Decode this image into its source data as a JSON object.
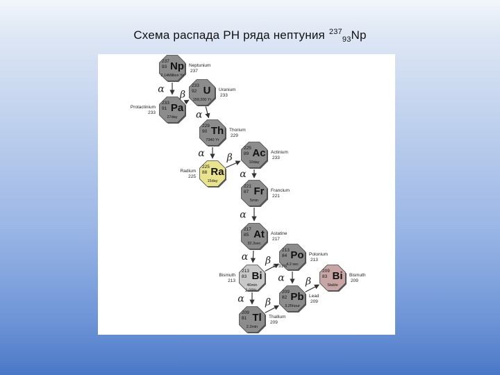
{
  "title": {
    "main": "Схема распада РН ряда нептуния",
    "mass": "237",
    "charge": "93",
    "symbol": "Np"
  },
  "colors": {
    "octagon_fill": "#8c8c8c",
    "octagon_dark": "#595959",
    "highlight_fill": "#e9e38f",
    "stable_fill": "#c9a6a6",
    "arrow": "#333333"
  },
  "nuclides": [
    {
      "id": "np",
      "sym": "Np",
      "mass": "237",
      "z": "93",
      "half": "2.14Million Yr",
      "name": "Neptunium",
      "nmass": "237",
      "style": "normal"
    },
    {
      "id": "u",
      "sym": "U",
      "mass": "233",
      "z": "92",
      "half": "159,200 Yr",
      "name": "Uranium",
      "nmass": "233",
      "style": "normal"
    },
    {
      "id": "pa",
      "sym": "Pa",
      "mass": "233",
      "z": "91",
      "half": "27day",
      "name": "Protactinium",
      "nmass": "233",
      "style": "normal"
    },
    {
      "id": "th",
      "sym": "Th",
      "mass": "229",
      "z": "90",
      "half": "7340 Yr",
      "name": "Thorium",
      "nmass": "229",
      "style": "normal"
    },
    {
      "id": "ac",
      "sym": "Ac",
      "mass": "225",
      "z": "89",
      "half": "10day",
      "name": "Actinium",
      "nmass": "233",
      "style": "normal"
    },
    {
      "id": "ra",
      "sym": "Ra",
      "mass": "225",
      "z": "88",
      "half": "15day",
      "name": "Radium",
      "nmass": "225",
      "style": "highlight"
    },
    {
      "id": "fr",
      "sym": "Fr",
      "mass": "221",
      "z": "87",
      "half": "5min",
      "name": "Francium",
      "nmass": "221",
      "style": "normal"
    },
    {
      "id": "at",
      "sym": "At",
      "mass": "217",
      "z": "85",
      "half": "32.3sec",
      "name": "Astatine",
      "nmass": "217",
      "style": "normal"
    },
    {
      "id": "po",
      "sym": "Po",
      "mass": "213",
      "z": "84",
      "half": "4.2 sec",
      "name": "Polonium",
      "nmass": "213",
      "style": "normal"
    },
    {
      "id": "bi1",
      "sym": "Bi",
      "mass": "213",
      "z": "83",
      "half": "46min",
      "name": "Bismuth",
      "nmass": "213",
      "style": "pale"
    },
    {
      "id": "bi2",
      "sym": "Bi",
      "mass": "209",
      "z": "83",
      "half": "Stable",
      "name": "Bismuth",
      "nmass": "209",
      "style": "stable"
    },
    {
      "id": "pb",
      "sym": "Pb",
      "mass": "209",
      "z": "82",
      "half": "3.25hour",
      "name": "Lead",
      "nmass": "209",
      "style": "normal"
    },
    {
      "id": "tl",
      "sym": "Tl",
      "mass": "209",
      "z": "81",
      "half": "2.2min",
      "name": "Thallium",
      "nmass": "209",
      "style": "normal"
    }
  ],
  "decays": [
    {
      "from": "np",
      "to": "pa",
      "label": "α"
    },
    {
      "from": "pa",
      "to": "u",
      "label": "β"
    },
    {
      "from": "u",
      "to": "th",
      "label": "α"
    },
    {
      "from": "th",
      "to": "ra",
      "label": "α"
    },
    {
      "from": "ra",
      "to": "ac",
      "label": "β"
    },
    {
      "from": "ac",
      "to": "fr",
      "label": "α"
    },
    {
      "from": "fr",
      "to": "at",
      "label": "α"
    },
    {
      "from": "at",
      "to": "bi1",
      "label": "α"
    },
    {
      "from": "bi1",
      "to": "po",
      "label": "β"
    },
    {
      "from": "bi1",
      "to": "tl",
      "label": "α"
    },
    {
      "from": "po",
      "to": "pb",
      "label": "α"
    },
    {
      "from": "tl",
      "to": "pb",
      "label": "β"
    },
    {
      "from": "pb",
      "to": "bi2",
      "label": "β"
    }
  ],
  "branches": {
    "beta_pct": "97.91%",
    "alpha_pct": "2.09%"
  }
}
